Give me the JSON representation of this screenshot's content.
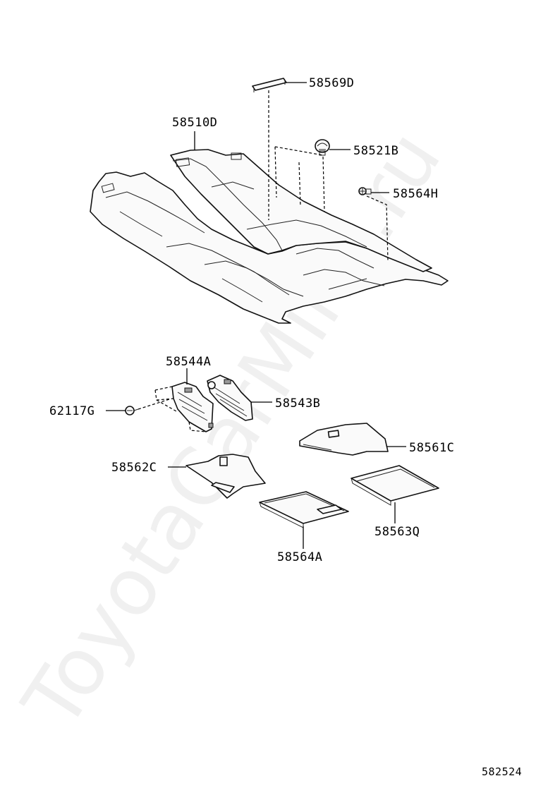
{
  "watermark": "ToyotaCarMine.ru",
  "figure_number": "582524",
  "parts": [
    {
      "id": "58569D"
    },
    {
      "id": "58510D"
    },
    {
      "id": "58521B"
    },
    {
      "id": "58564H"
    },
    {
      "id": "58544A"
    },
    {
      "id": "58543B"
    },
    {
      "id": "62117G"
    },
    {
      "id": "58561C"
    },
    {
      "id": "58562C"
    },
    {
      "id": "58563Q"
    },
    {
      "id": "58564A"
    }
  ]
}
